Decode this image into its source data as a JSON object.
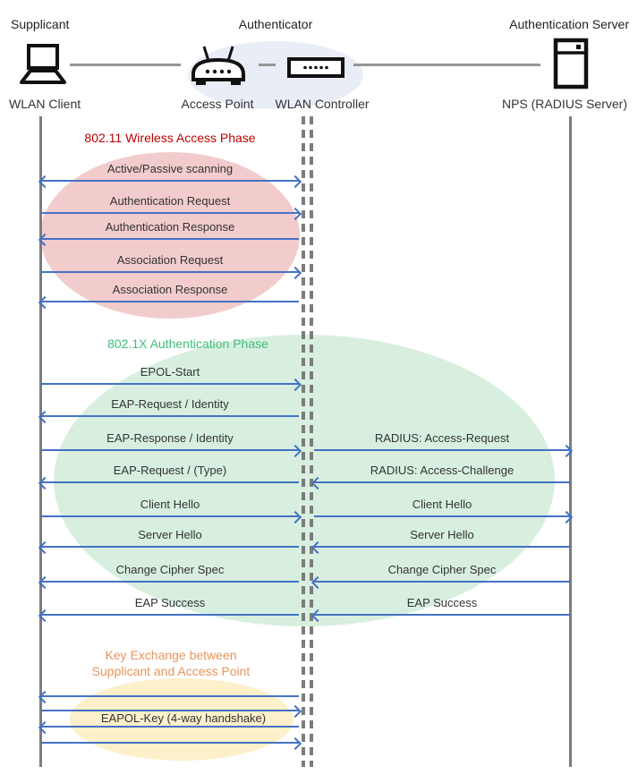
{
  "header": {
    "supplicant_role": "Supplicant",
    "authenticator_role": "Authenticator",
    "server_role": "Authentication Server",
    "supplicant_device": "WLAN Client",
    "ap_label": "Access Point",
    "controller_label": "WLAN Controller",
    "server_device": "NPS (RADIUS Server)"
  },
  "phases": {
    "wireless": {
      "title": "802.11 Wireless Access Phase",
      "text_color": "#C00000",
      "fill_color": "#F2CCCC"
    },
    "dot1x": {
      "title": "802.1X Authentication Phase",
      "text_color": "#3FBE7B",
      "fill_color": "#D8EFDF"
    },
    "key_exchange": {
      "title_line1": "Key Exchange between",
      "title_line2": "Supplicant and Access Point",
      "label": "EAPOL-Key (4-way handshake)",
      "text_color": "#E8945A",
      "fill_color": "#FDF0CB"
    }
  },
  "messages": {
    "left": [
      {
        "label": "Active/Passive scanning",
        "direction": "both"
      },
      {
        "label": "Authentication Request",
        "direction": "right"
      },
      {
        "label": "Authentication Response",
        "direction": "left"
      },
      {
        "label": "Association Request",
        "direction": "right"
      },
      {
        "label": "Association Response",
        "direction": "left"
      },
      {
        "label": "EPOL-Start",
        "direction": "right"
      },
      {
        "label": "EAP-Request / Identity",
        "direction": "left"
      },
      {
        "label": "EAP-Response / Identity",
        "direction": "right"
      },
      {
        "label": "EAP-Request / (Type)",
        "direction": "left"
      },
      {
        "label": "Client Hello",
        "direction": "right"
      },
      {
        "label": "Server Hello",
        "direction": "left"
      },
      {
        "label": "Change Cipher Spec",
        "direction": "left"
      },
      {
        "label": "EAP Success",
        "direction": "left"
      },
      {
        "label": "",
        "direction": "left"
      },
      {
        "label": "",
        "direction": "right"
      },
      {
        "label": "",
        "direction": "left"
      },
      {
        "label": "",
        "direction": "right"
      }
    ],
    "right": [
      {
        "label": "RADIUS: Access-Request",
        "direction": "right"
      },
      {
        "label": "RADIUS: Access-Challenge",
        "direction": "left"
      },
      {
        "label": "Client Hello",
        "direction": "right"
      },
      {
        "label": "Server Hello",
        "direction": "left"
      },
      {
        "label": "Change Cipher Spec",
        "direction": "left"
      },
      {
        "label": "EAP Success",
        "direction": "left"
      }
    ]
  },
  "colors": {
    "arrow": "#4472C4",
    "lifeline_gray": "#7C7C7C",
    "connector_gray": "#969696",
    "authenticator_ellipse": "#E9EDF6",
    "message_text": "#333333"
  }
}
